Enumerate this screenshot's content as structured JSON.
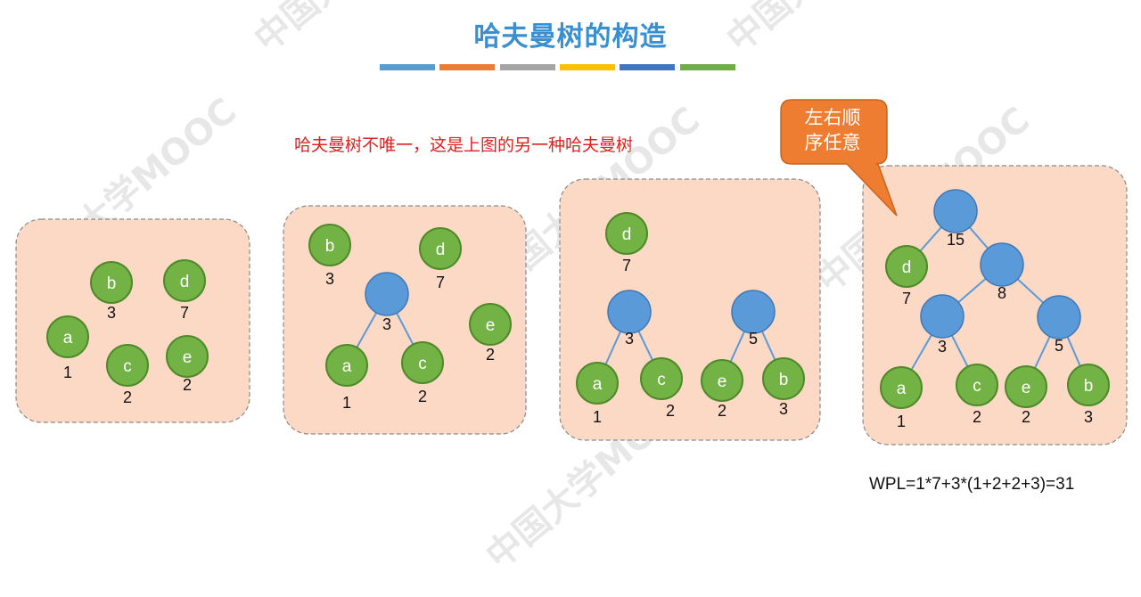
{
  "title": "哈夫曼树的构造",
  "subtitle": "哈夫曼树不唯一，这是上图的另一种哈夫曼树",
  "callout": {
    "line1": "左右顺",
    "line2": "序任意",
    "color": "#ef7d31"
  },
  "wpl": "WPL=1*7+3*(1+2+2+3)=31",
  "title_bars": [
    "#5b9bd5",
    "#ed7d31",
    "#a5a5a5",
    "#ffc000",
    "#4472c4",
    "#70ad47"
  ],
  "colors": {
    "leaf": "#73b244",
    "internal": "#5b9ad8",
    "box": "#fbd9c5"
  },
  "panels": [
    {
      "id": "step1",
      "nodes": [
        {
          "label": "b",
          "weight": "3"
        },
        {
          "label": "d",
          "weight": "7"
        },
        {
          "label": "a",
          "weight": "1"
        },
        {
          "label": "c",
          "weight": "2"
        },
        {
          "label": "e",
          "weight": "2"
        }
      ]
    },
    {
      "id": "step2",
      "nodes": [
        {
          "label": "b",
          "weight": "3"
        },
        {
          "label": "d",
          "weight": "7"
        },
        {
          "label": "",
          "weight": "3"
        },
        {
          "label": "e",
          "weight": "2"
        },
        {
          "label": "a",
          "weight": "1"
        },
        {
          "label": "c",
          "weight": "2"
        }
      ]
    },
    {
      "id": "step3",
      "nodes": [
        {
          "label": "d",
          "weight": "7"
        },
        {
          "label": "",
          "weight": "3"
        },
        {
          "label": "",
          "weight": "5"
        },
        {
          "label": "a",
          "weight": "1"
        },
        {
          "label": "c",
          "weight": "2"
        },
        {
          "label": "e",
          "weight": "2"
        },
        {
          "label": "b",
          "weight": "3"
        }
      ]
    },
    {
      "id": "step4",
      "nodes": [
        {
          "label": "",
          "weight": "15"
        },
        {
          "label": "d",
          "weight": "7"
        },
        {
          "label": "",
          "weight": "8"
        },
        {
          "label": "",
          "weight": "3"
        },
        {
          "label": "",
          "weight": "5"
        },
        {
          "label": "a",
          "weight": "1"
        },
        {
          "label": "c",
          "weight": "2"
        },
        {
          "label": "e",
          "weight": "2"
        },
        {
          "label": "b",
          "weight": "3"
        }
      ]
    }
  ]
}
